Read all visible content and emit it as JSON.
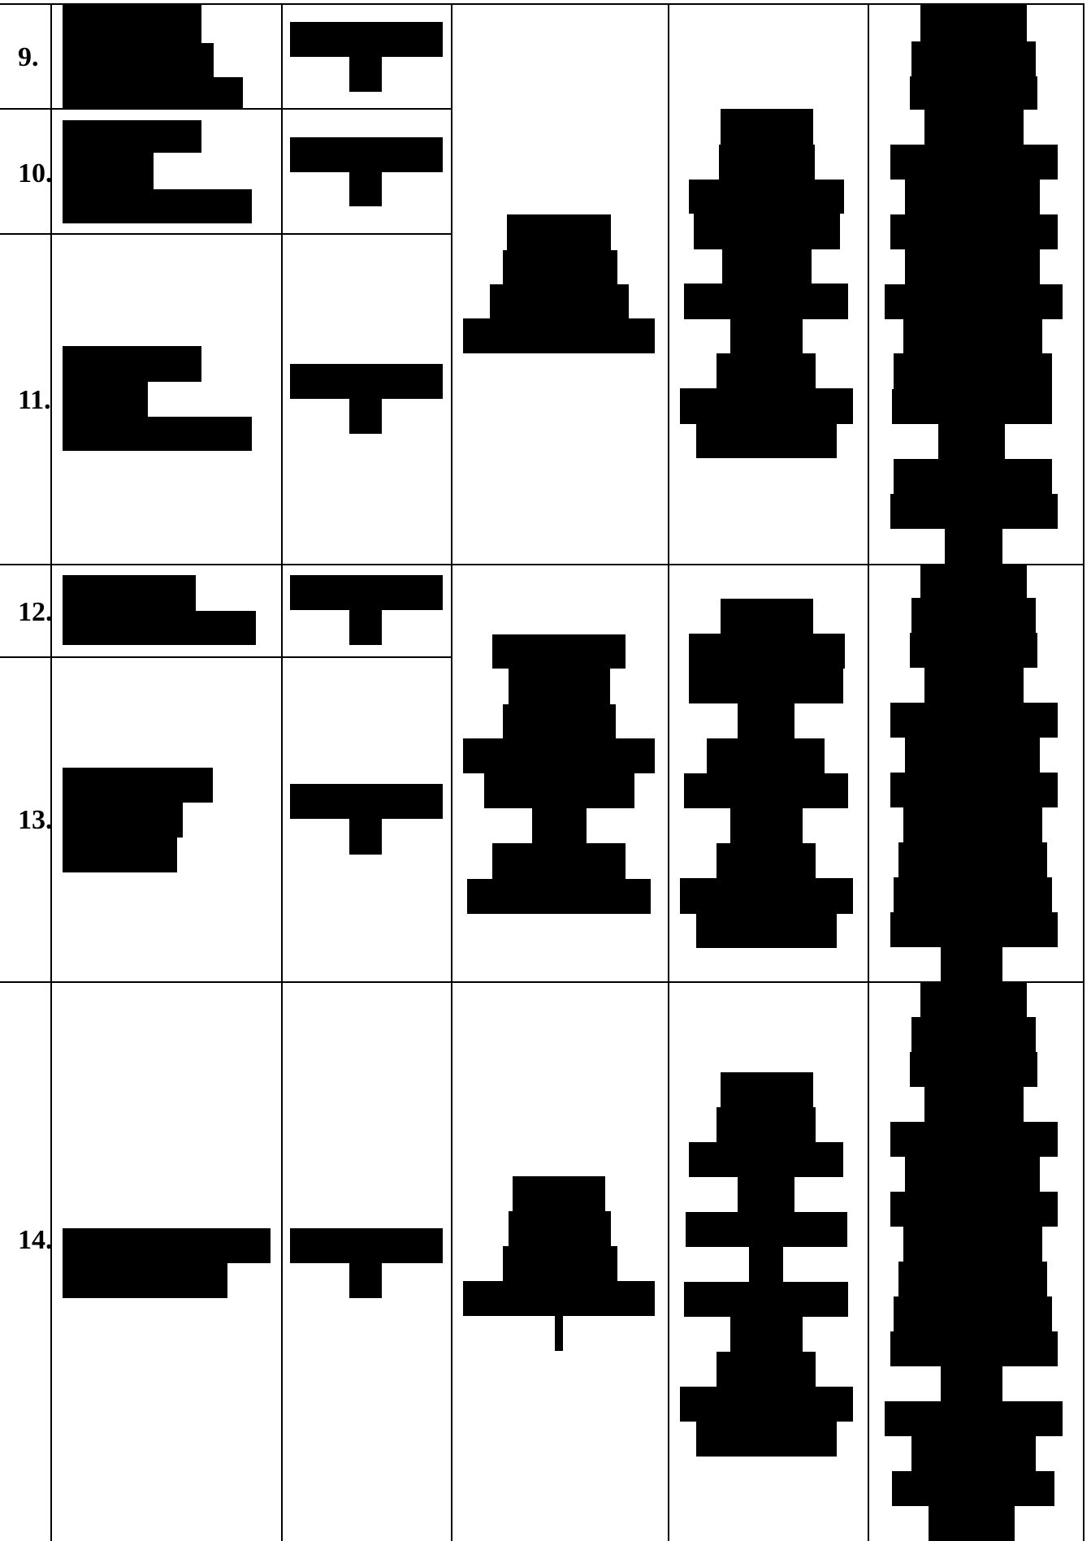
{
  "document": {
    "row_numbers": [
      {
        "id": "r9",
        "label": "9."
      },
      {
        "id": "r10",
        "label": "10."
      },
      {
        "id": "r11",
        "label": "11."
      },
      {
        "id": "r12",
        "label": "12."
      },
      {
        "id": "r13",
        "label": "13."
      },
      {
        "id": "r14",
        "label": "14."
      }
    ]
  },
  "colors": {
    "ink": "#000000",
    "paper": "#ffffff"
  }
}
